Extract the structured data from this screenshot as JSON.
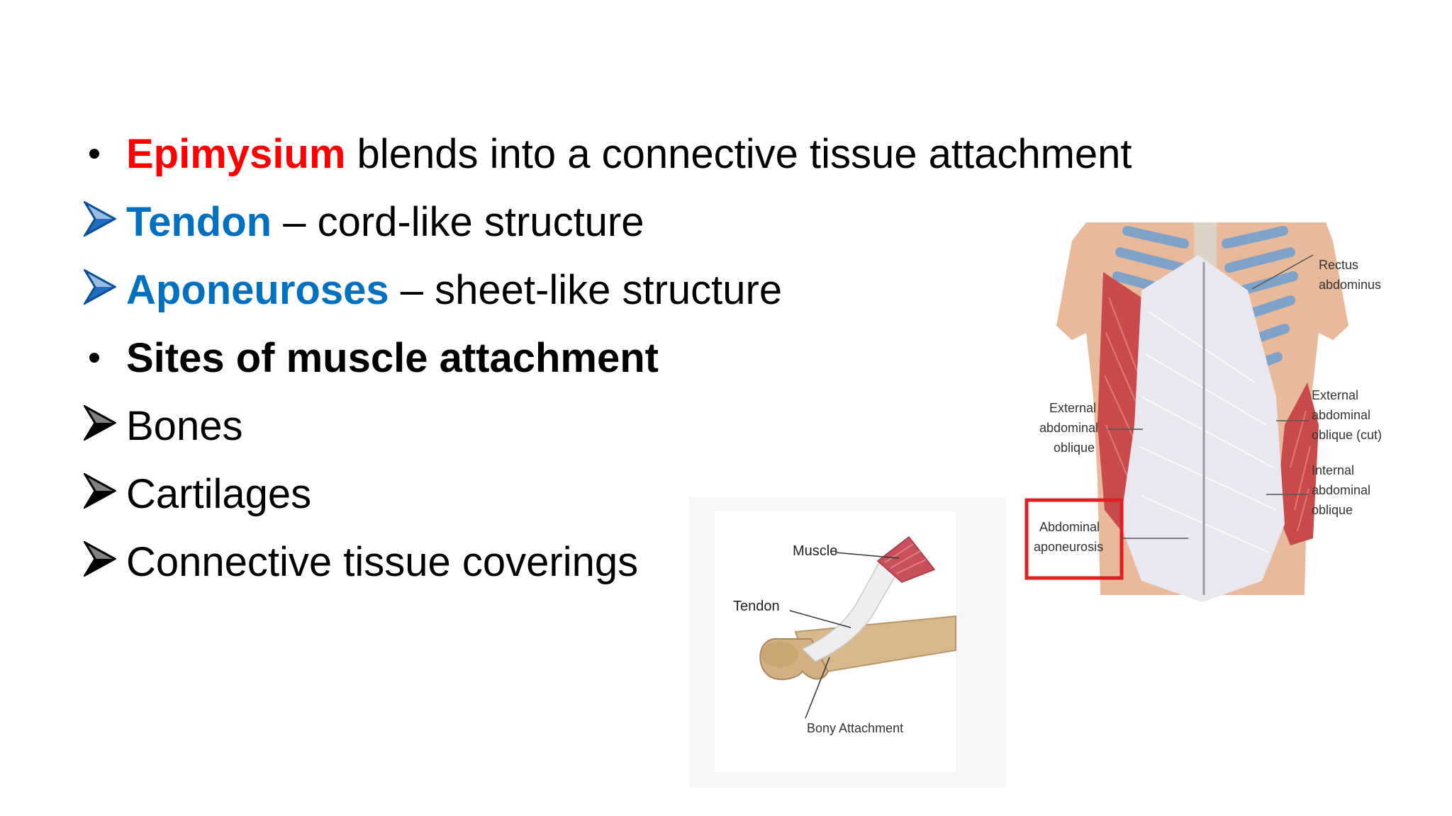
{
  "bullets": [
    {
      "marker": "dot",
      "term": "Epimysium",
      "term_color": "#ff0000",
      "rest": " blends into a connective tissue attachment"
    },
    {
      "marker": "arrow-blue",
      "term": "Tendon",
      "term_color": "#0070c0",
      "rest": " – cord-like structure"
    },
    {
      "marker": "arrow-blue",
      "term": "Aponeuroses",
      "term_color": "#0070c0",
      "rest": " – sheet-like structure"
    },
    {
      "marker": "dot",
      "text": "Sites of muscle attachment"
    },
    {
      "marker": "arrow-black",
      "text": "Bones"
    },
    {
      "marker": "arrow-black",
      "text": "Cartilages"
    },
    {
      "marker": "arrow-black",
      "text": "Connective tissue coverings"
    }
  ],
  "tendon_figure": {
    "muscle_label": "Muscle",
    "tendon_label": "Tendon",
    "bony_label": "Bony Attachment"
  },
  "abdomen_figure": {
    "rectus_label_1": "Rectus",
    "rectus_label_2": "abdominus",
    "ext_left_1": "External",
    "ext_left_2": "abdominal",
    "ext_left_3": "oblique",
    "ext_right_1": "External",
    "ext_right_2": "abdominal",
    "ext_right_3": "oblique (cut)",
    "int_right_1": "Internal",
    "int_right_2": "abdominal",
    "int_right_3": "oblique",
    "apo_1": "Abdominal",
    "apo_2": "aponeurosis",
    "highlight_color": "#e02020"
  }
}
